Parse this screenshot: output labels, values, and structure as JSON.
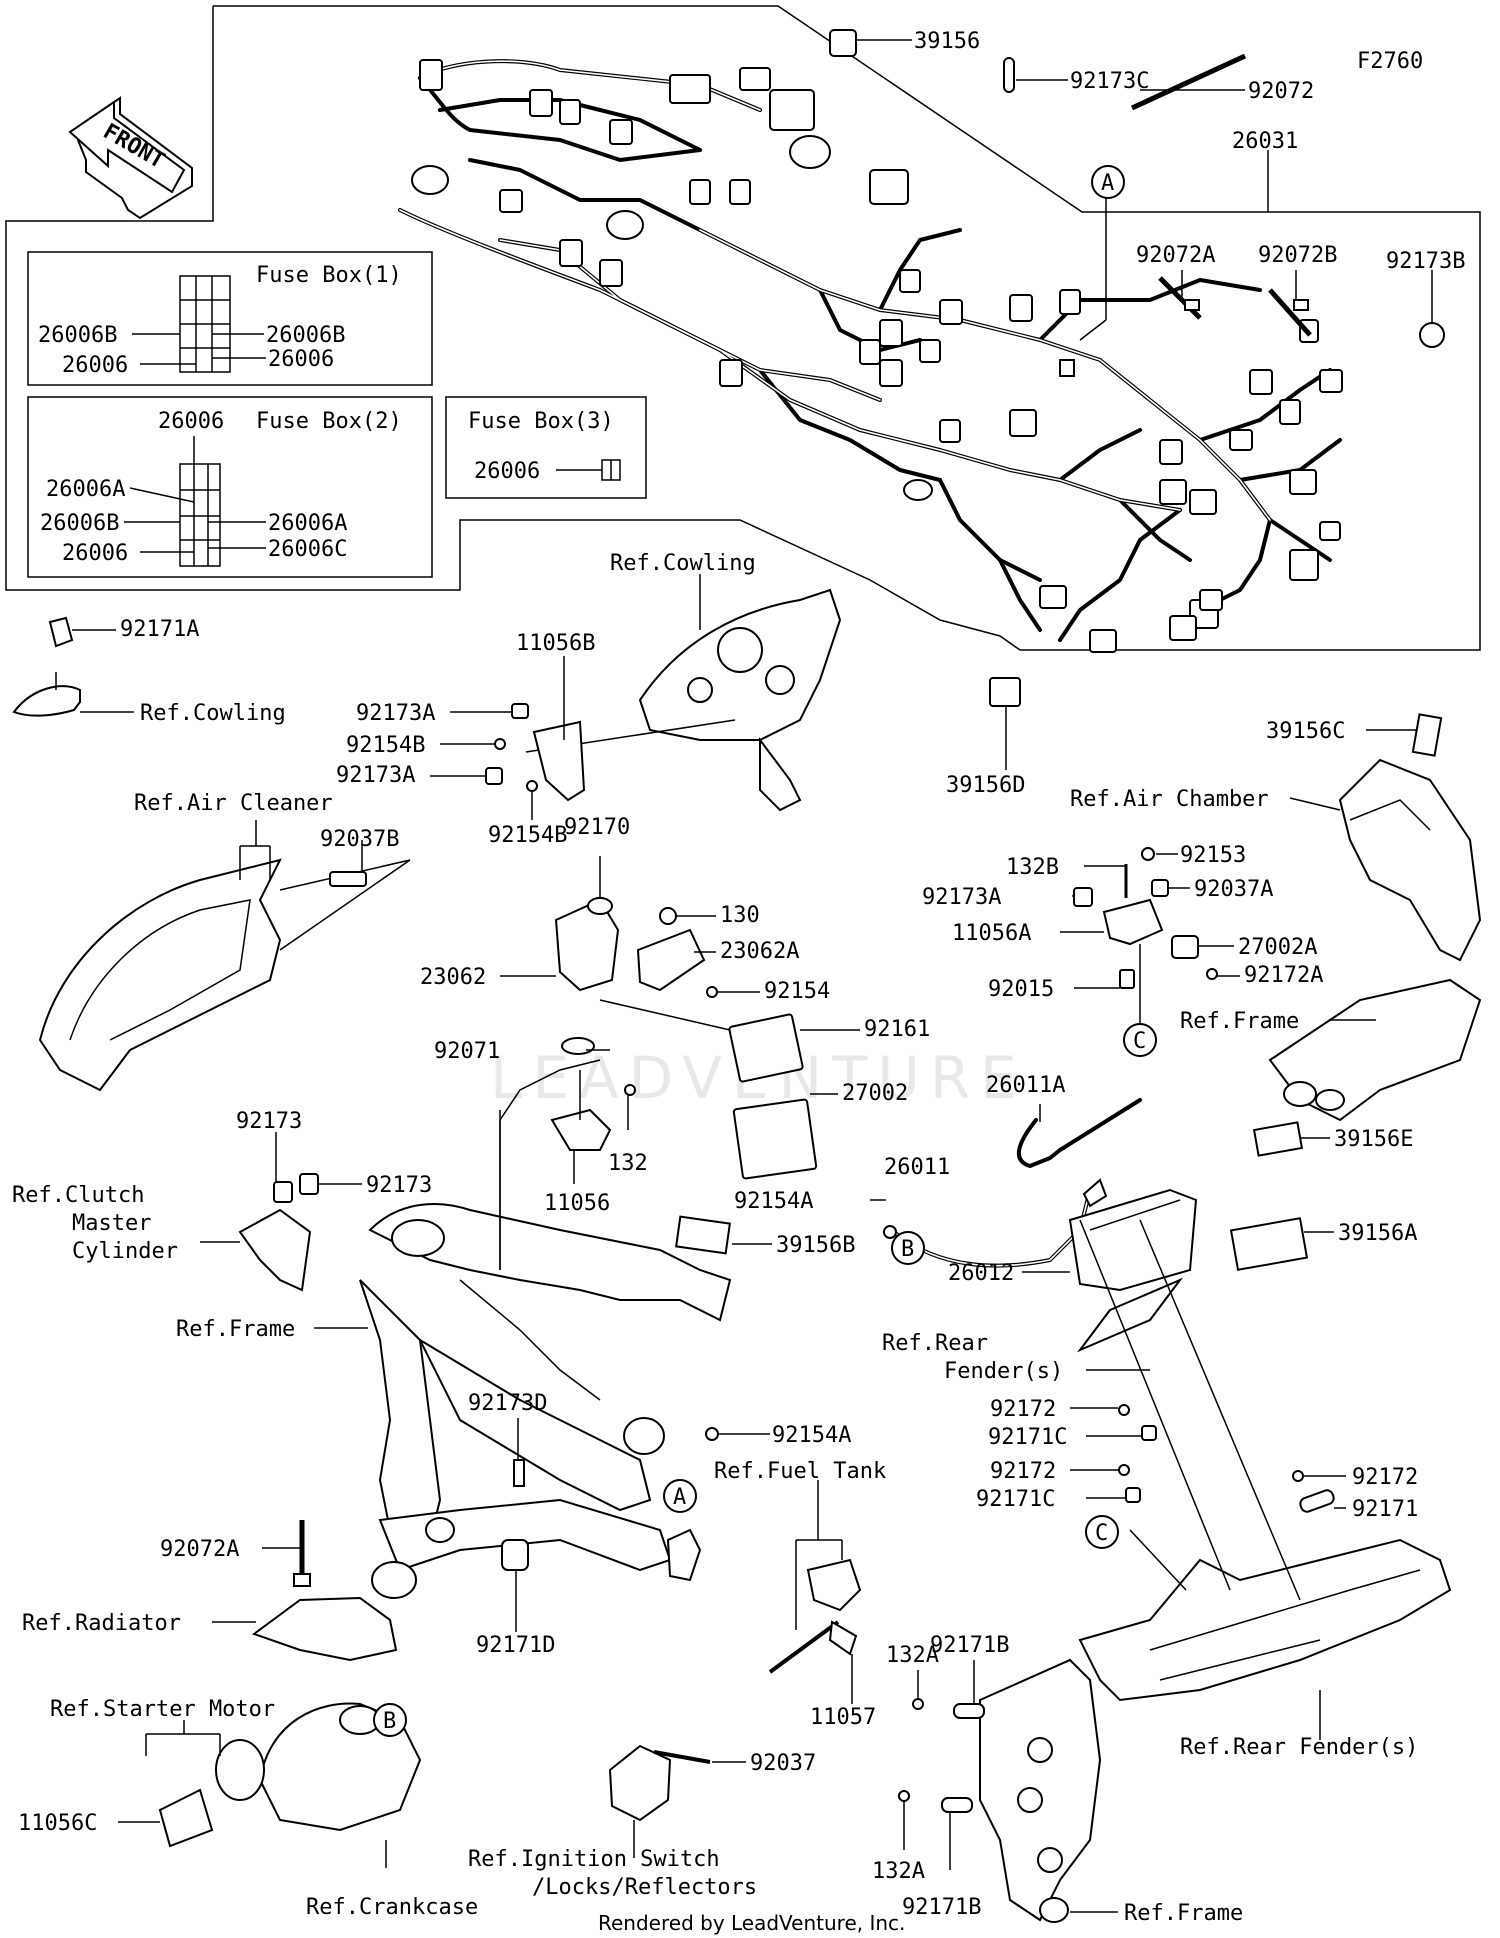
{
  "diagram_code": "F2760",
  "front_label": "FRONT",
  "watermark": "LEADVENTURE",
  "footer": "Rendered by LeadVenture, Inc.",
  "fuse_boxes": {
    "box1": {
      "title": "Fuse Box(1)",
      "left1": "26006B",
      "right1": "26006B",
      "left2": "26006",
      "right2": "26006"
    },
    "box2": {
      "title": "Fuse Box(2)",
      "top": "26006",
      "left1": "26006A",
      "left2": "26006B",
      "right2": "26006A",
      "left3": "26006",
      "right3": "26006C"
    },
    "box3": {
      "title": "Fuse Box(3)",
      "label": "26006"
    }
  },
  "refs": {
    "cowling_top": "Ref.Cowling",
    "cowling_left": "Ref.Cowling",
    "air_cleaner": "Ref.Air Cleaner",
    "air_chamber": "Ref.Air Chamber",
    "frame_right": "Ref.Frame",
    "clutch_1": "Ref.Clutch",
    "clutch_2": "Master",
    "clutch_3": "Cylinder",
    "frame_main": "Ref.Frame",
    "rear_fender_1": "Ref.Rear",
    "rear_fender_2": "Fender(s)",
    "fuel_tank": "Ref.Fuel Tank",
    "radiator": "Ref.Radiator",
    "starter_motor": "Ref.Starter Motor",
    "crankcase": "Ref.Crankcase",
    "ignition_1": "Ref.Ignition Switch",
    "ignition_2": "/Locks/Reflectors",
    "rear_fender_bottom": "Ref.Rear Fender(s)",
    "frame_bottom": "Ref.Frame"
  },
  "callouts": {
    "A": "A",
    "B": "B",
    "C": "C"
  },
  "parts": {
    "p39156": "39156",
    "p92173C": "92173C",
    "p92072": "92072",
    "p26031": "26031",
    "p92072A_top": "92072A",
    "p92072B": "92072B",
    "p92173B": "92173B",
    "p92171A": "92171A",
    "p11056B": "11056B",
    "p92173A_1": "92173A",
    "p92154B_1": "92154B",
    "p92173A_2": "92173A",
    "p92154B_2": "92154B",
    "p92037B": "92037B",
    "p92170": "92170",
    "p130": "130",
    "p23062": "23062",
    "p23062A": "23062A",
    "p92154": "92154",
    "p92161": "92161",
    "p92071": "92071",
    "p27002": "27002",
    "p132": "132",
    "p11056": "11056",
    "p92173_1": "92173",
    "p92173_2": "92173",
    "p39156B": "39156B",
    "p39156D": "39156D",
    "p39156C": "39156C",
    "p132B": "132B",
    "p92153": "92153",
    "p92173A_3": "92173A",
    "p92037A": "92037A",
    "p11056A": "11056A",
    "p27002A": "27002A",
    "p92015": "92015",
    "p92172A": "92172A",
    "p39156E": "39156E",
    "p26011A": "26011A",
    "p26011": "26011",
    "p92154A_1": "92154A",
    "p39156A": "39156A",
    "p26012": "26012",
    "p92173D": "92173D",
    "p92154A_2": "92154A",
    "p92072A_bot": "92072A",
    "p92171D": "92171D",
    "p92172_1": "92172",
    "p92171C_1": "92171C",
    "p92172_2": "92172",
    "p92171C_2": "92171C",
    "p92172_3": "92172",
    "p92171": "92171",
    "p11057": "11057",
    "p132A_1": "132A",
    "p92171B_1": "92171B",
    "p92037": "92037",
    "p11056C": "11056C",
    "p132A_2": "132A",
    "p92171B_2": "92171B"
  }
}
